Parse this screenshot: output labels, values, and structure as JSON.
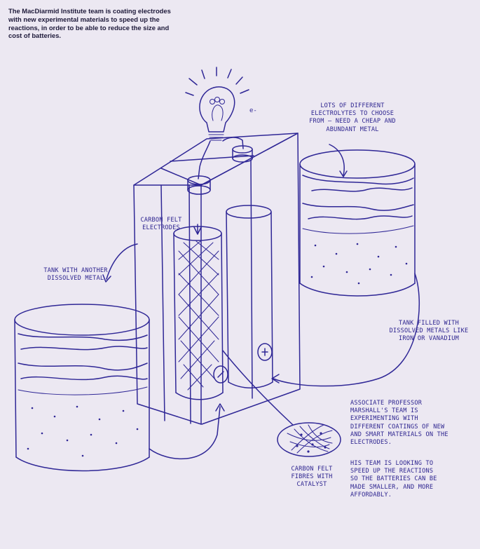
{
  "intro": "The MacDiarmid Institute team is coating electrodes with new experimental materials to speed up the reactions, in order to be able to reduce the size and cost of batteries.",
  "labels": {
    "electron": "e-",
    "electrolytes": "Lots of different electrolytes to choose from – need a cheap and abundant metal",
    "carbon_felt": "Carbon felt electrodes",
    "tank_other": "Tank with another dissolved metal",
    "tank_filled": "Tank filled with dissolved metals like iron or vanadium",
    "associate": "Associate Professor Marshall's team is experimenting with different coatings of new and smart materials on the electrodes.",
    "fibres": "Carbon felt fibres with catalyst",
    "speed": "His team is looking to speed up the reactions so the batteries can be made smaller, and more affordably.",
    "plus": "+",
    "minus": "−"
  },
  "colors": {
    "ink": "#2f2796",
    "paper": "#ece8f2",
    "intro_text": "#1e1a3a"
  }
}
